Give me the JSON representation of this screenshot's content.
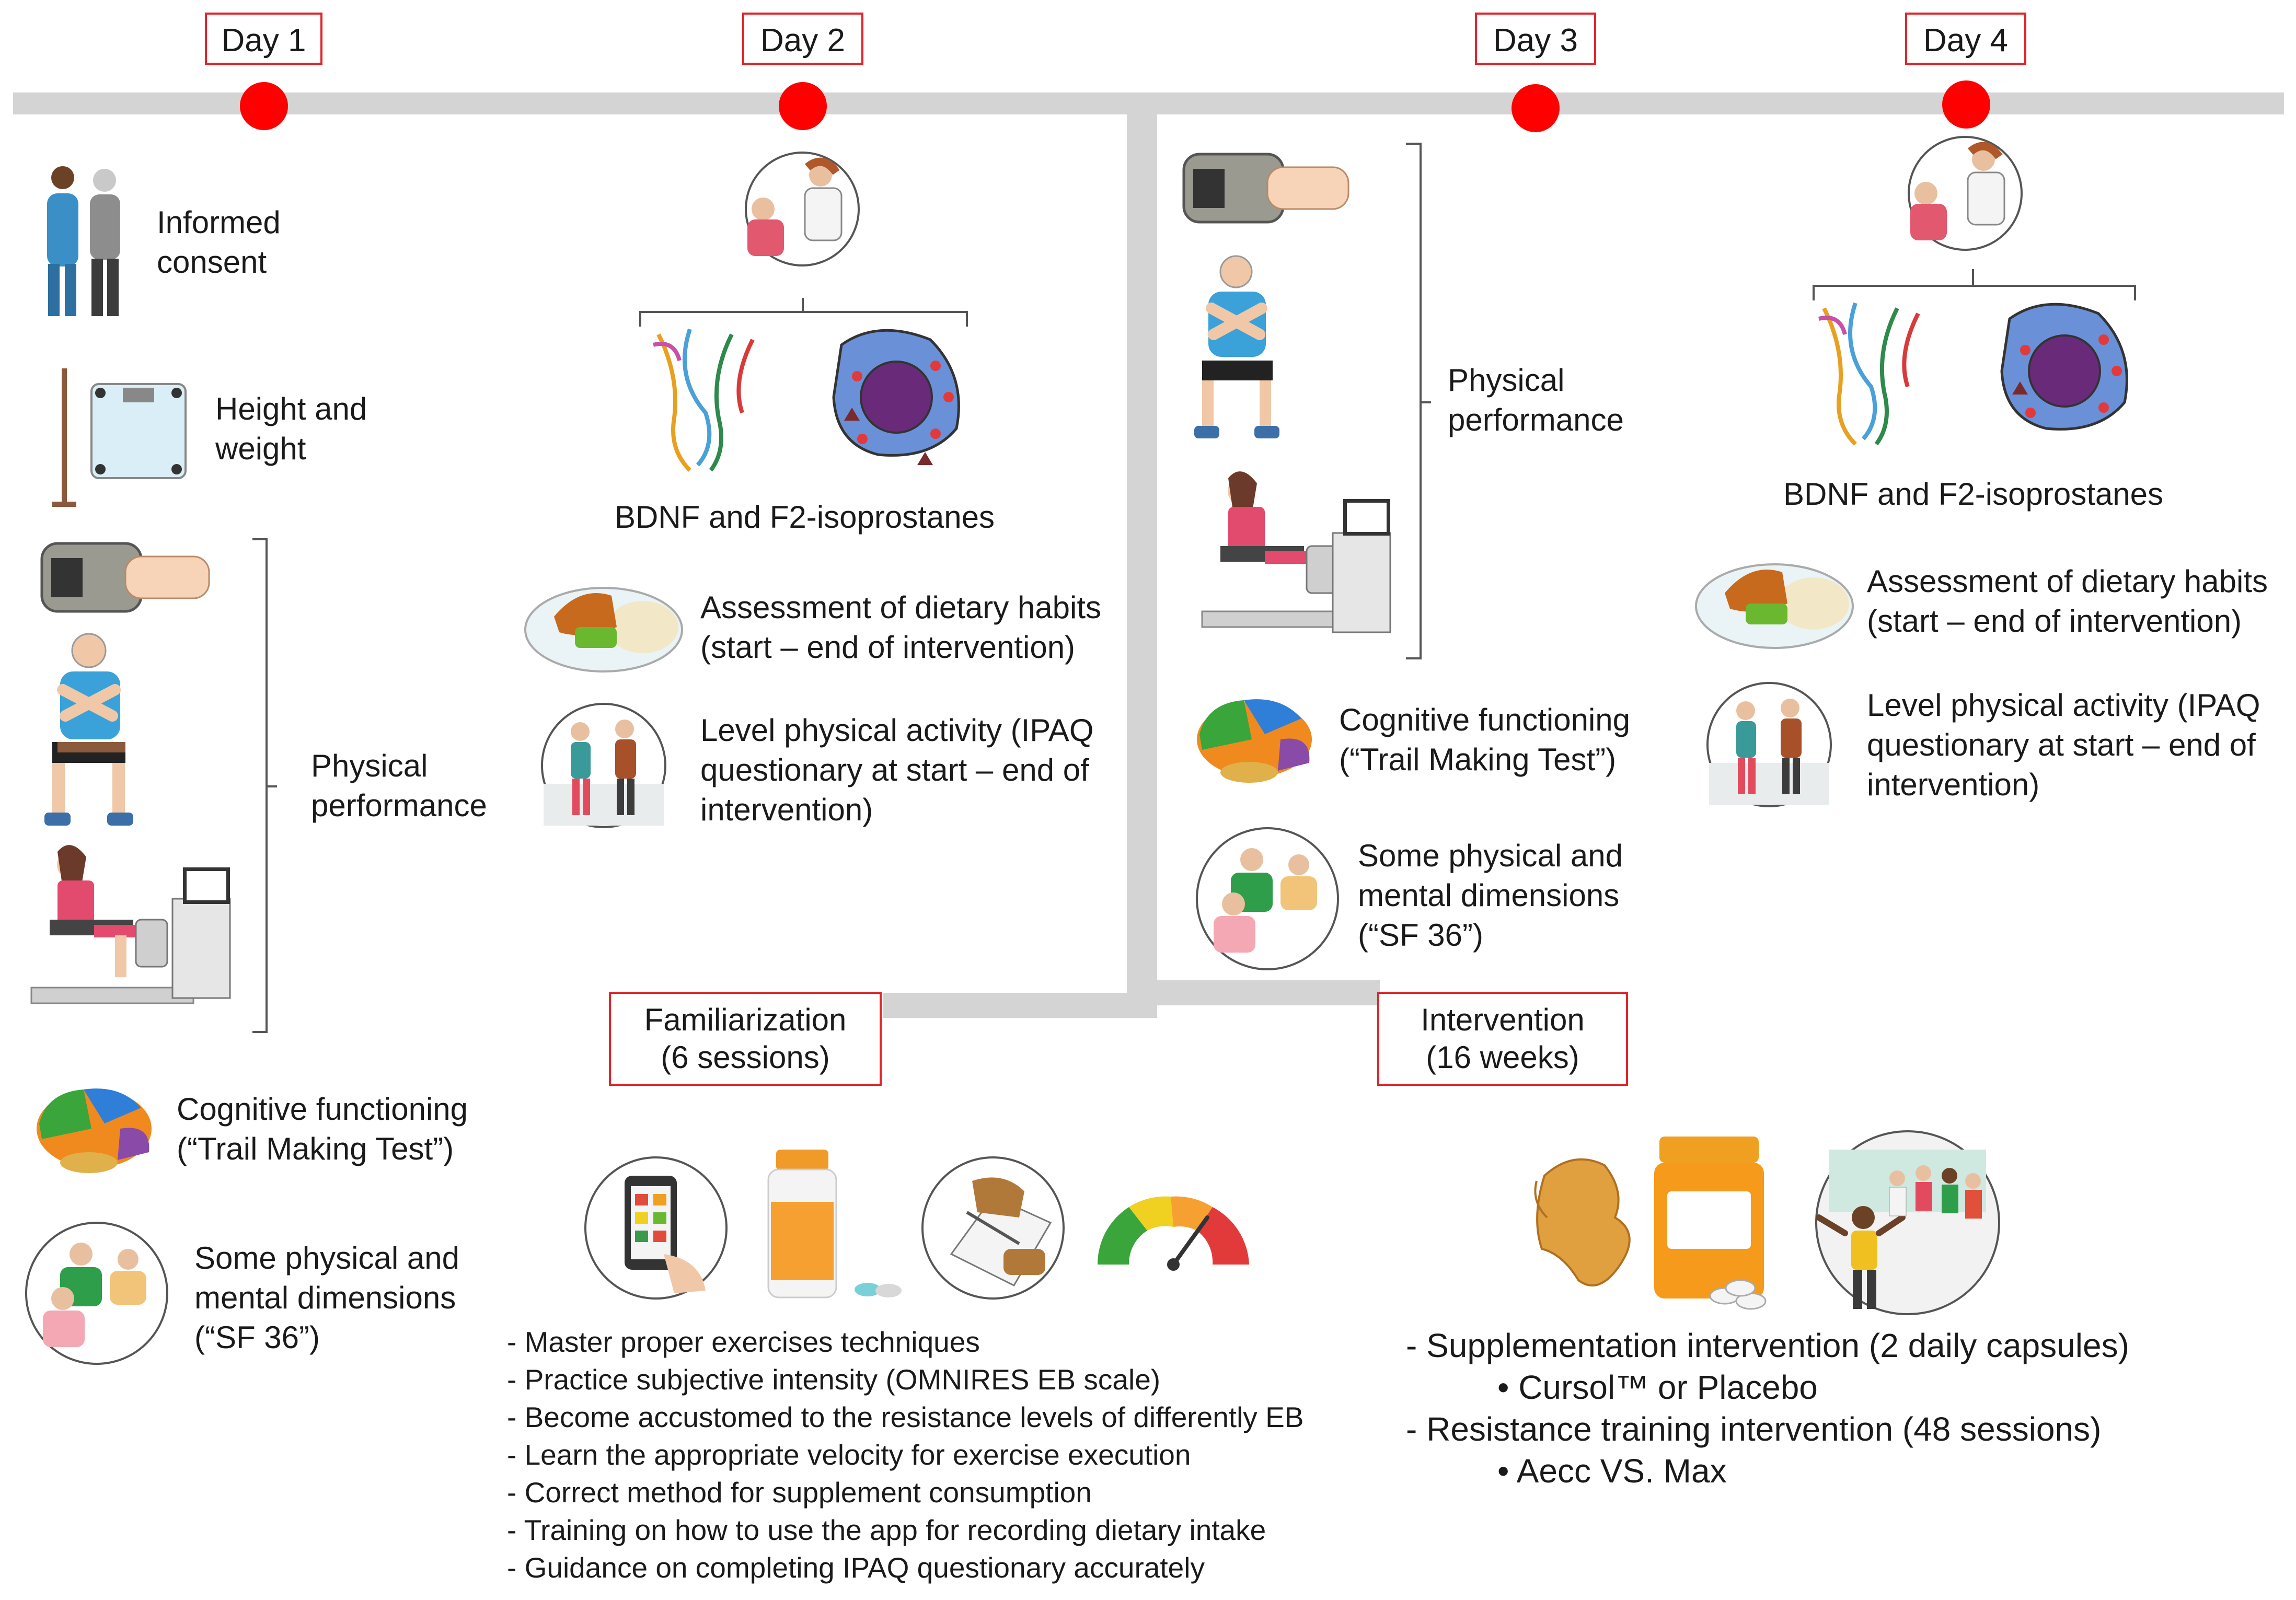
{
  "days": [
    {
      "id": "day1",
      "label": "Day 1"
    },
    {
      "id": "day2",
      "label": "Day 2"
    },
    {
      "id": "day3",
      "label": "Day 3"
    },
    {
      "id": "day4",
      "label": "Day 4"
    }
  ],
  "day1": {
    "informed_consent": [
      "Informed",
      "consent"
    ],
    "height_weight": [
      "Height and",
      "weight"
    ],
    "physical_performance": [
      "Physical",
      "performance"
    ],
    "cognitive": [
      "Cognitive functioning",
      "(“Trail Making Test”)"
    ],
    "sf36": [
      "Some physical and",
      "mental dimensions",
      "(“SF 36”)"
    ]
  },
  "day2": {
    "biomarkers": "BDNF and F2-isoprostanes",
    "dietary": [
      "Assessment of dietary habits",
      "(start – end of intervention)"
    ],
    "activity": [
      "Level physical activity (IPAQ",
      "questionary at start – end of",
      "intervention)"
    ]
  },
  "day3": {
    "physical_performance": [
      "Physical",
      "performance"
    ],
    "cognitive": [
      "Cognitive functioning",
      "(“Trail Making Test”)"
    ],
    "sf36": [
      "Some physical and",
      "mental dimensions",
      "(“SF 36”)"
    ]
  },
  "day4": {
    "biomarkers": "BDNF and F2-isoprostanes",
    "dietary": [
      "Assessment of dietary habits",
      "(start – end of intervention)"
    ],
    "activity": [
      "Level physical activity (IPAQ",
      "questionary at start – end of",
      "intervention)"
    ]
  },
  "familiarization": {
    "title": [
      "Familiarization",
      "(6 sessions)"
    ],
    "items": [
      "- Master proper exercises techniques",
      "- Practice subjective intensity (OMNIRES EB scale)",
      "- Become accustomed to the resistance levels of differently EB",
      "- Learn the appropriate velocity for exercise execution",
      "- Correct method for supplement consumption",
      "- Training on how to use the app for recording dietary intake",
      "- Guidance on completing IPAQ questionary accurately"
    ]
  },
  "intervention": {
    "title": [
      "Intervention",
      "(16 weeks)"
    ],
    "supplementation": "- Supplementation intervention (2 daily capsules)",
    "supplement_arm": "•      Cursol™ or Placebo",
    "training": "- Resistance training intervention (48 sessions)",
    "training_arm": "•      Aecc VS. Max"
  },
  "colors": {
    "timeline": "#d4d4d4",
    "marker": "#ff0000",
    "box_border": "#e0262a"
  }
}
